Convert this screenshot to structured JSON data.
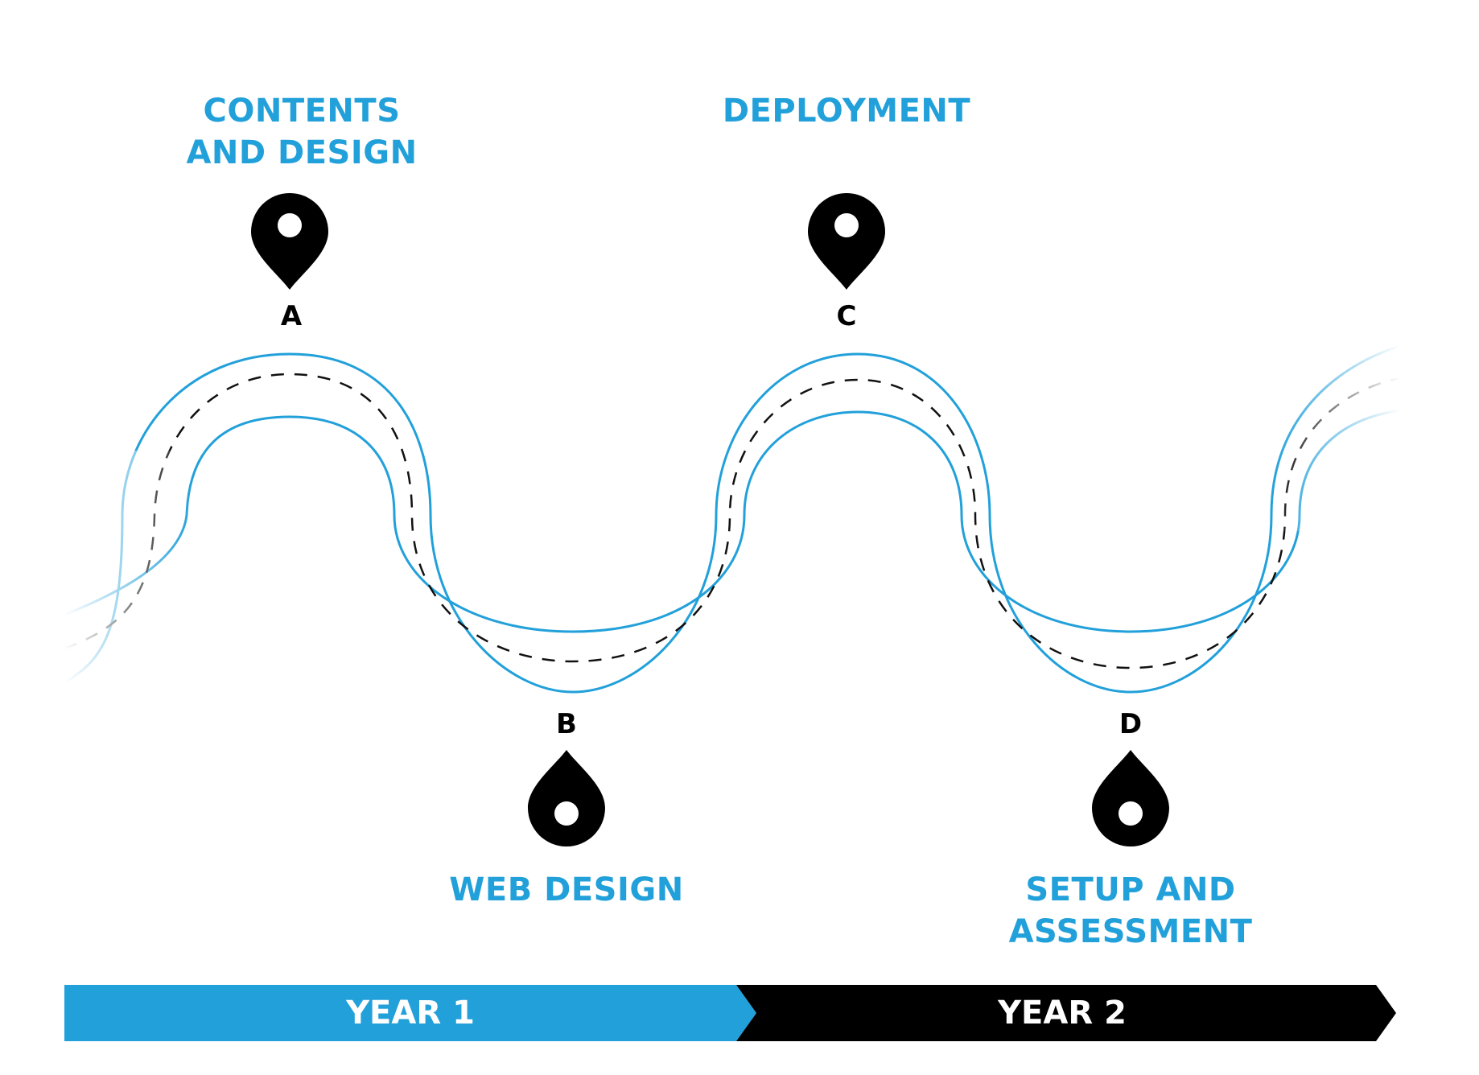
{
  "colors": {
    "accent": "#22a0da",
    "dark": "#000000",
    "background": "#ffffff"
  },
  "milestones": [
    {
      "letter": "A",
      "title_lines": [
        "CONTENTS",
        "AND DESIGN"
      ],
      "pin_icon": "map-pin-icon"
    },
    {
      "letter": "B",
      "title_lines": [
        "WEB DESIGN"
      ],
      "pin_icon": "map-pin-icon"
    },
    {
      "letter": "C",
      "title_lines": [
        "DEPLOYMENT"
      ],
      "pin_icon": "map-pin-icon"
    },
    {
      "letter": "D",
      "title_lines": [
        "SETUP AND",
        "ASSESSMENT"
      ],
      "pin_icon": "map-pin-icon"
    }
  ],
  "timeline": {
    "year1": "YEAR 1",
    "year2": "YEAR 2"
  }
}
